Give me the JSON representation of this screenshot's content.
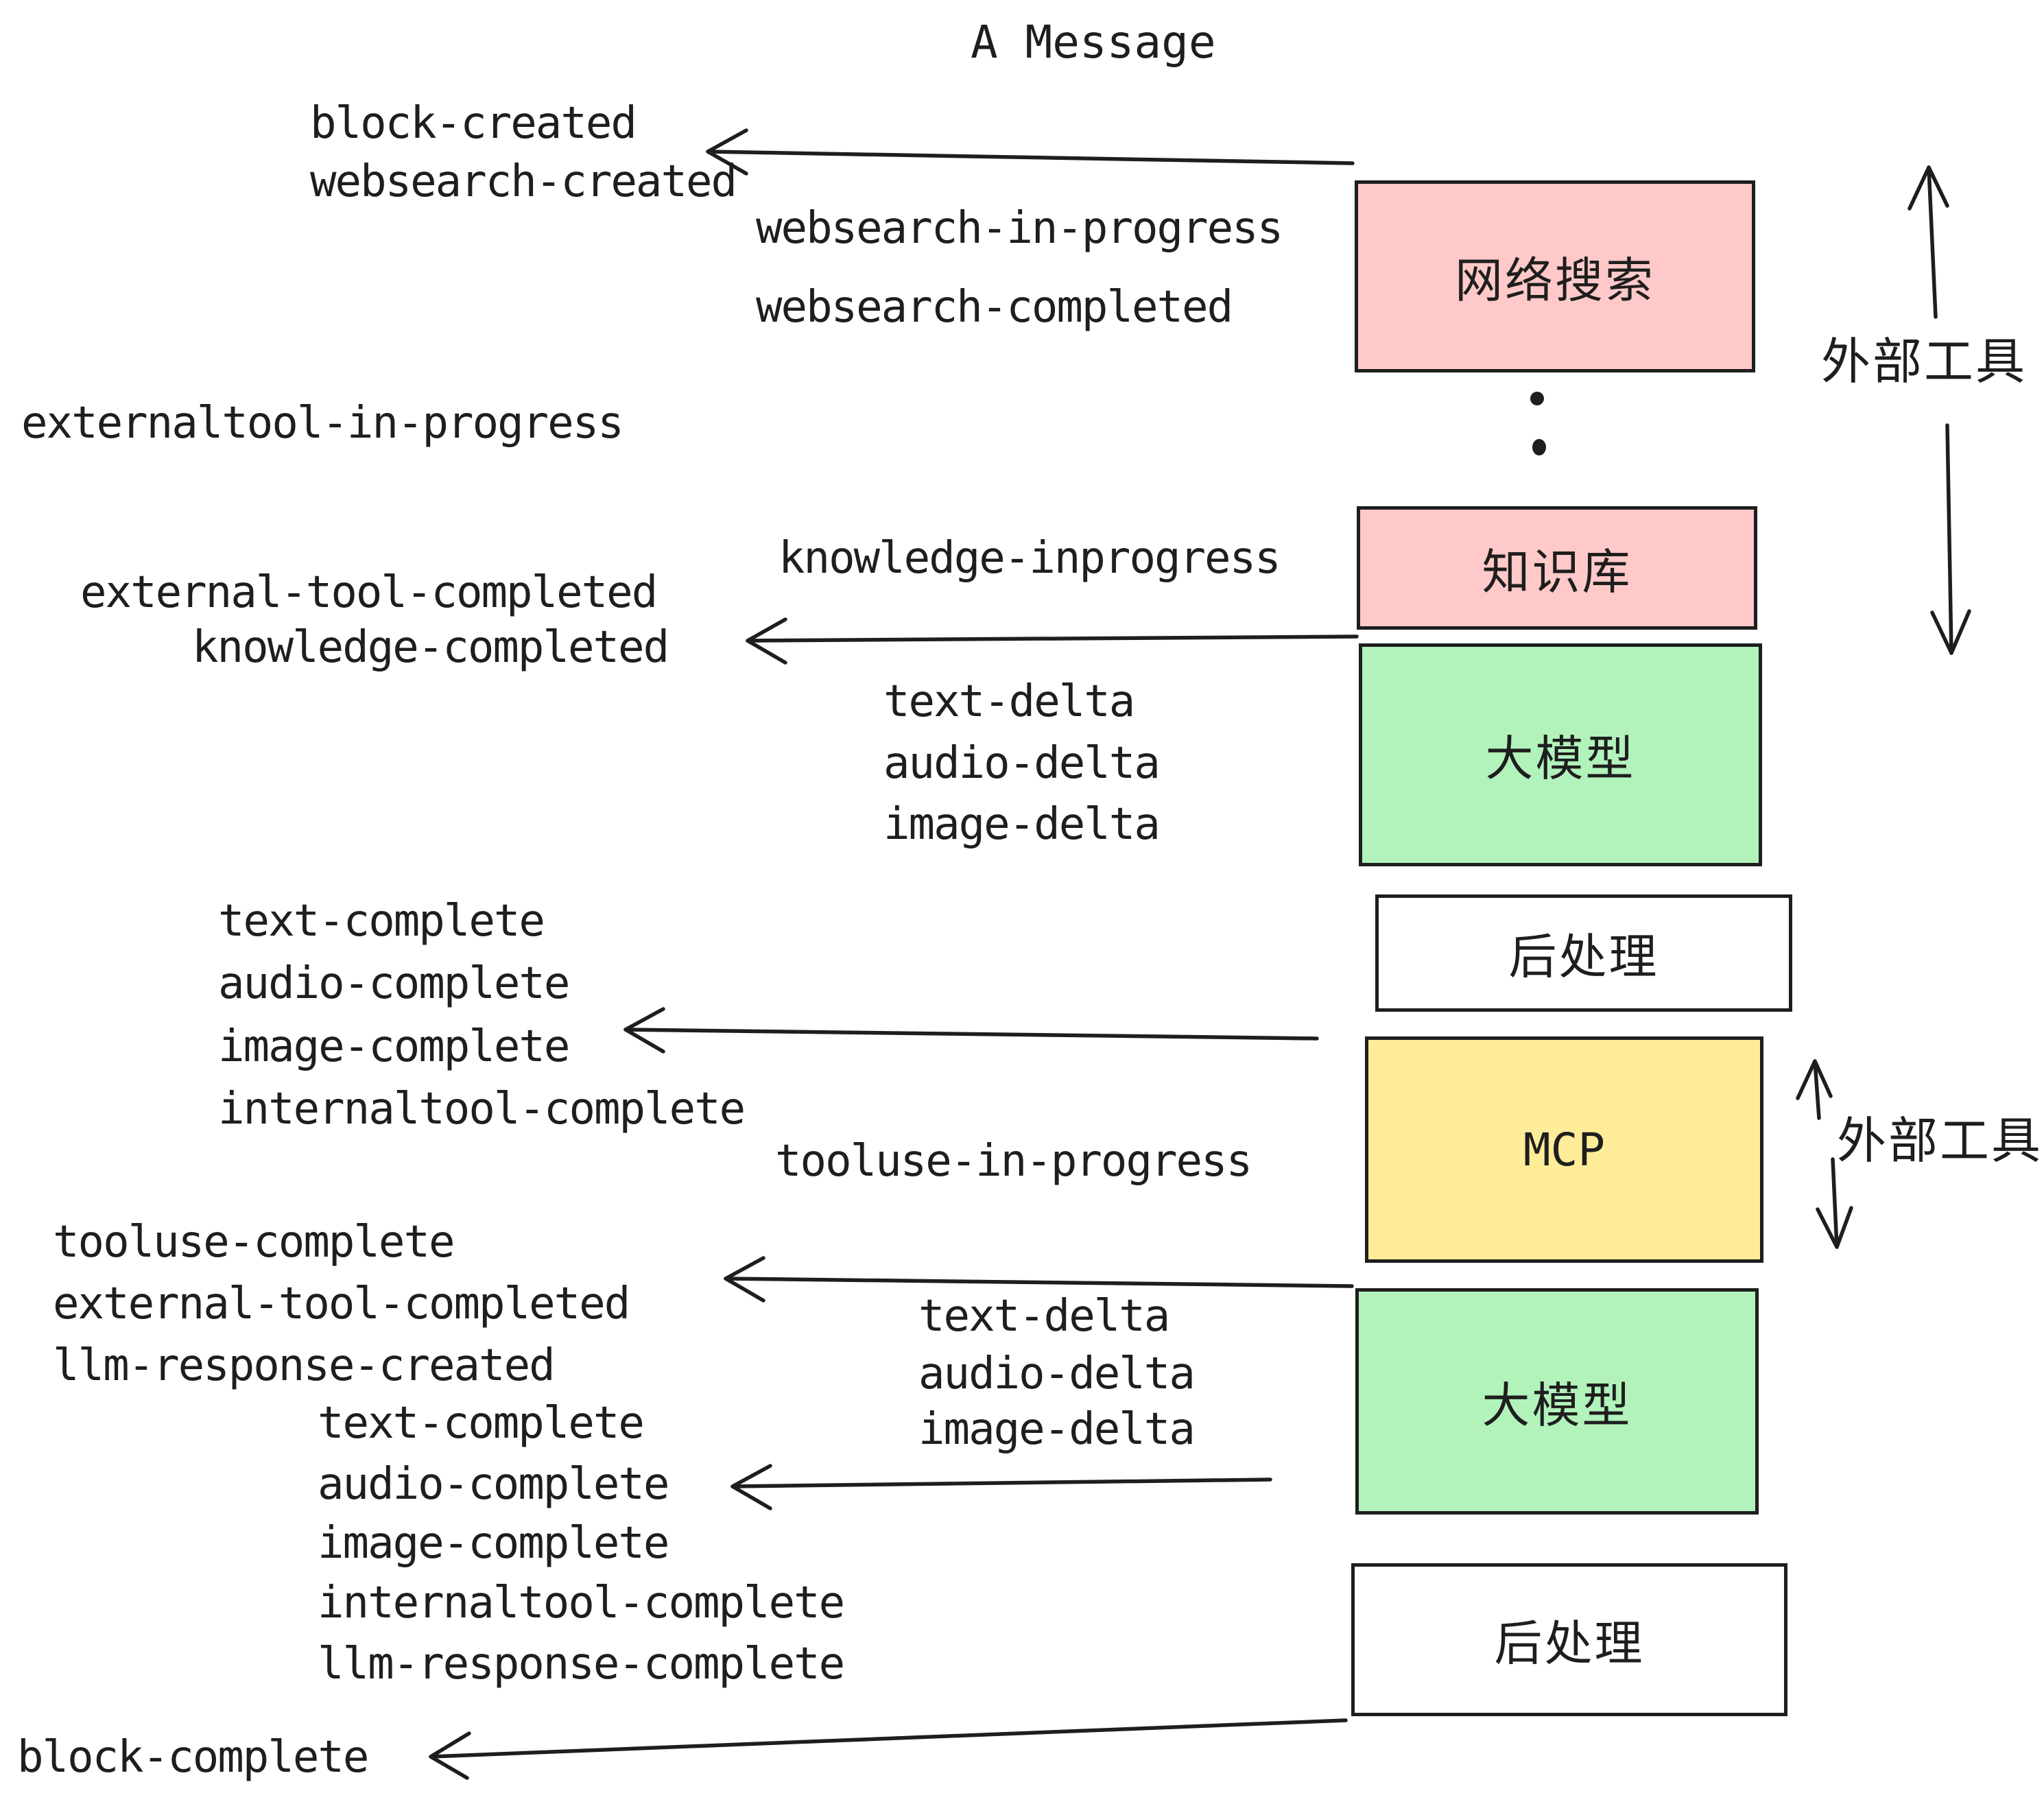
{
  "title": "A Message",
  "events": {
    "block_created": "block-created",
    "websearch_created": "websearch-created",
    "websearch_in_progress": "websearch-in-progress",
    "websearch_completed": "websearch-completed",
    "externaltool_in_progress": "externaltool-in-progress",
    "knowledge_inprogress": "knowledge-inprogress",
    "external_tool_completed": "external-tool-completed",
    "knowledge_completed": "knowledge-completed",
    "text_delta": "text-delta",
    "audio_delta": "audio-delta",
    "image_delta": "image-delta",
    "text_complete": "text-complete",
    "audio_complete": "audio-complete",
    "image_complete": "image-complete",
    "internaltool_complete": "internaltool-complete",
    "tooluse_in_progress": "tooluse-in-progress",
    "tooluse_complete": "tooluse-complete",
    "llm_response_created": "llm-response-created",
    "llm_response_complete": "llm-response-complete",
    "block_complete": "block-complete"
  },
  "boxes": [
    {
      "id": "websearch",
      "label": "网络搜索",
      "fill": "#ffc9c9"
    },
    {
      "id": "knowledge",
      "label": "知识库",
      "fill": "#ffc9c9"
    },
    {
      "id": "llm-1",
      "label": "大模型",
      "fill": "#b2f2bb"
    },
    {
      "id": "post-1",
      "label": "后处理",
      "fill": "#ffffff"
    },
    {
      "id": "mcp",
      "label": "MCP",
      "fill": "#ffec99"
    },
    {
      "id": "llm-2",
      "label": "大模型",
      "fill": "#b2f2bb"
    },
    {
      "id": "post-2",
      "label": "后处理",
      "fill": "#ffffff"
    }
  ],
  "side_labels": {
    "external_tools_top": "外部工具",
    "external_tools_mid": "外部工具"
  },
  "colors": {
    "ink": "#1e1e1e",
    "pink": "#ffc9c9",
    "green": "#b2f2bb",
    "yellow": "#ffec99",
    "white": "#ffffff"
  }
}
